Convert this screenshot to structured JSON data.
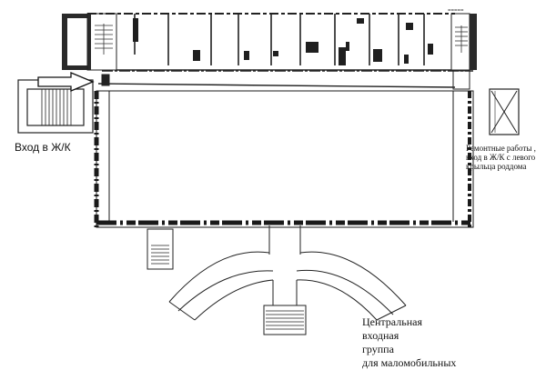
{
  "labels": {
    "entry": "Вход в Ж/К",
    "repair_note": "Ремонтные работы ,\nвход в Ж/К с левого\nкрыльца роддома",
    "central_entrance": "Центральная\nвходная\nгруппа\nдля маломобильных",
    "page_number": "=====",
    "arrow": "entry-arrow-icon"
  },
  "colors": {
    "wall": "#1a1a1a",
    "line": "#222222",
    "background": "#ffffff"
  }
}
